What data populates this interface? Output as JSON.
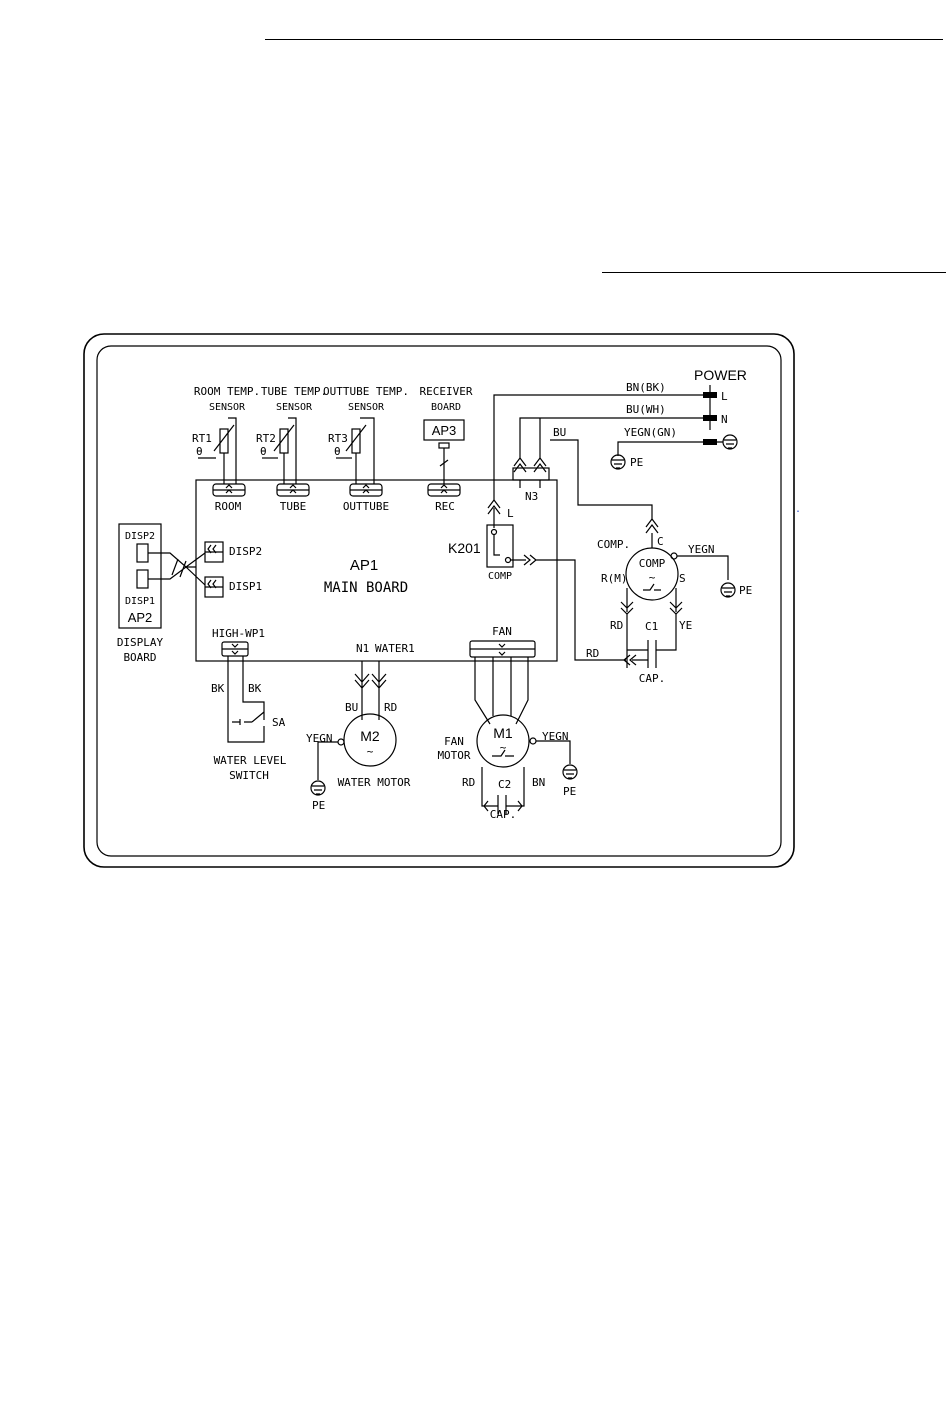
{
  "title_power": "POWER",
  "sensors": [
    {
      "id": "RT1",
      "name_line1": "ROOM TEMP.",
      "name_line2": "SENSOR",
      "connector": "ROOM"
    },
    {
      "id": "RT2",
      "name_line1": "TUBE TEMP.",
      "name_line2": "SENSOR",
      "connector": "TUBE"
    },
    {
      "id": "RT3",
      "name_line1": "OUTTUBE TEMP.",
      "name_line2": "SENSOR",
      "connector": "OUTTUBE"
    }
  ],
  "theta": "θ",
  "receiver": {
    "name_line1": "RECEIVER",
    "name_line2": "BOARD",
    "id": "AP3",
    "connector": "REC"
  },
  "main_board": {
    "id": "AP1",
    "name": "MAIN BOARD"
  },
  "display": {
    "id": "AP2",
    "disp2": "DISP2",
    "disp1": "DISP1",
    "name_line1": "DISPLAY",
    "name_line2": "BOARD"
  },
  "power": {
    "l_wire": "BN(BK)",
    "l": "L",
    "n_wire": "BU(WH)",
    "n": "N",
    "ground_wire": "YEGN(GN)",
    "pe": "PE"
  },
  "bu": "BU",
  "n3": "N3",
  "k201": "K201",
  "k201_l": "L",
  "comp_connector": "COMP",
  "compressor": {
    "label": "COMP.",
    "c": "C",
    "inner": "COMP",
    "tilde": "~",
    "r": "R(M)",
    "s": "S",
    "ground": "YEGN",
    "pe": "PE",
    "rd": "RD",
    "c1": "C1",
    "ye": "YE",
    "cap": "CAP.",
    "rd_main": "RD"
  },
  "high_wp1": "HIGH-WP1",
  "water_switch": {
    "bk1": "BK",
    "bk2": "BK",
    "sa": "SA",
    "line1": "WATER LEVEL",
    "line2": "SWITCH"
  },
  "n1": "N1",
  "water1": "WATER1",
  "water_motor": {
    "id": "M2",
    "tilde": "~",
    "bu": "BU",
    "rd": "RD",
    "ground": "YEGN",
    "pe": "PE",
    "name": "WATER MOTOR"
  },
  "fan": "FAN",
  "fan_motor": {
    "id": "M1",
    "tilde": "~",
    "line1": "FAN",
    "line2": "MOTOR",
    "ground": "YEGN",
    "pe": "PE",
    "rd": "RD",
    "c2": "C2",
    "bn": "BN",
    "cap": "CAP."
  },
  "stray_mark": "."
}
